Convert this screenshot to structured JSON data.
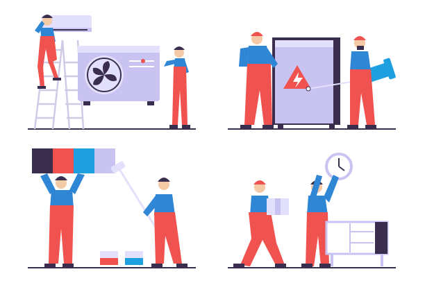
{
  "palette": {
    "red": "#f0524f",
    "blue": "#2f86d4",
    "cyan": "#1ea0e0",
    "navy": "#3a2e4f",
    "lilac": "#c9c3f2",
    "lilac_light": "#e3e0fb",
    "skin": "#f4c9a6",
    "hair": "#3a2e4f",
    "ground": "#3a2e4f",
    "white": "#ffffff"
  },
  "scenes": [
    {
      "name": "air-conditioner-installation",
      "icons": [
        "ac-indoor-unit-icon",
        "ac-outdoor-unit-icon",
        "ladder-icon"
      ]
    },
    {
      "name": "electrical-panel-repair",
      "icons": [
        "electric-panel-icon",
        "high-voltage-warning-icon",
        "flashlight-icon",
        "screwdriver-icon"
      ]
    },
    {
      "name": "wall-painting",
      "icons": [
        "paint-color-swatch-icon",
        "paint-roller-icon",
        "paint-bucket-icon"
      ]
    },
    {
      "name": "furniture-moving",
      "icons": [
        "cardboard-box-icon",
        "wall-clock-icon",
        "dresser-icon"
      ]
    }
  ]
}
